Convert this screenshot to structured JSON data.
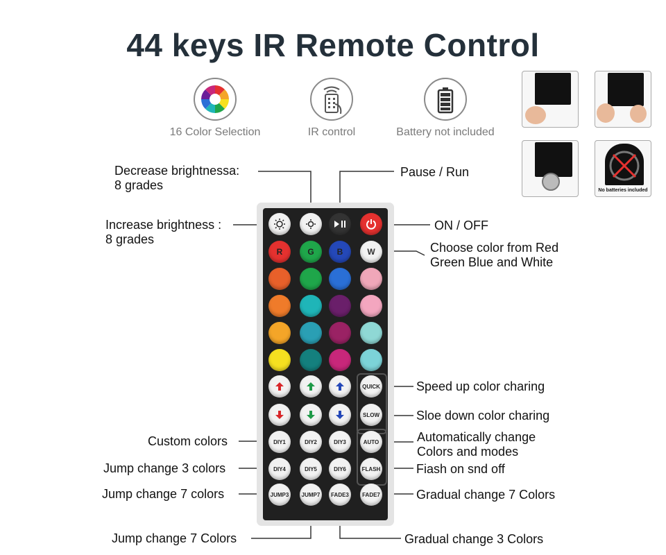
{
  "title": "44 keys IR Remote Control",
  "features": [
    {
      "icon": "color-wheel-icon",
      "label": "16 Color Selection"
    },
    {
      "icon": "remote-hand-icon",
      "label": "IR control"
    },
    {
      "icon": "battery-icon",
      "label": "Battery not included"
    }
  ],
  "photos": {
    "no_batteries_caption": "No batteries included"
  },
  "labels": {
    "decrease": [
      "Decrease brightnessa:",
      "8 grades"
    ],
    "pause_run": "Pause / Run",
    "increase": [
      "Increase brightness :",
      "8 grades"
    ],
    "on_off": "ON / OFF",
    "choose_color": [
      "Choose color from Red",
      "Green Blue and White"
    ],
    "speed_up": "Speed up color charing",
    "slow_down": "Sloe down color charing",
    "custom": "Custom colors",
    "auto": [
      "Automatically change",
      "Colors and modes"
    ],
    "jump3": "Jump change 3 colors",
    "flash": "Fiash on snd off",
    "jump7_left": "Jump change 7 colors",
    "fade7": "Gradual change 7 Colors",
    "jump7_bottom": "Jump change 7 Colors",
    "fade3": "Gradual change 3 Colors"
  },
  "remote": {
    "rgbw": [
      "R",
      "G",
      "B",
      "W"
    ],
    "color_rows": [
      [
        "#e8602a",
        "#1fa64a",
        "#2a6fd6",
        "#f0a7b9"
      ],
      [
        "#ef7b2a",
        "#1fb5b8",
        "#6a1f6a",
        "#f3a6bf"
      ],
      [
        "#f4a528",
        "#2a9fb4",
        "#9a2264",
        "#8fd8d5"
      ],
      [
        "#f5e020",
        "#14807e",
        "#c8277a",
        "#7cd3d8"
      ]
    ],
    "rgbw_colors": [
      "#e5312f",
      "#1fa64a",
      "#2448b8",
      "#f2f2f2"
    ],
    "arrow_colors": [
      "#d8262a",
      "#1f9a48",
      "#2448b8"
    ],
    "right_keys": [
      "QUICK",
      "SLOW",
      "AUTO",
      "FLASH"
    ],
    "diy": [
      "DIY1",
      "DIY2",
      "DIY3",
      "DIY4",
      "DIY5",
      "DIY6"
    ],
    "bottom_keys": [
      "JUMP3",
      "JUMP7",
      "FADE3",
      "FADE7"
    ],
    "power_color": "#e5312f"
  }
}
